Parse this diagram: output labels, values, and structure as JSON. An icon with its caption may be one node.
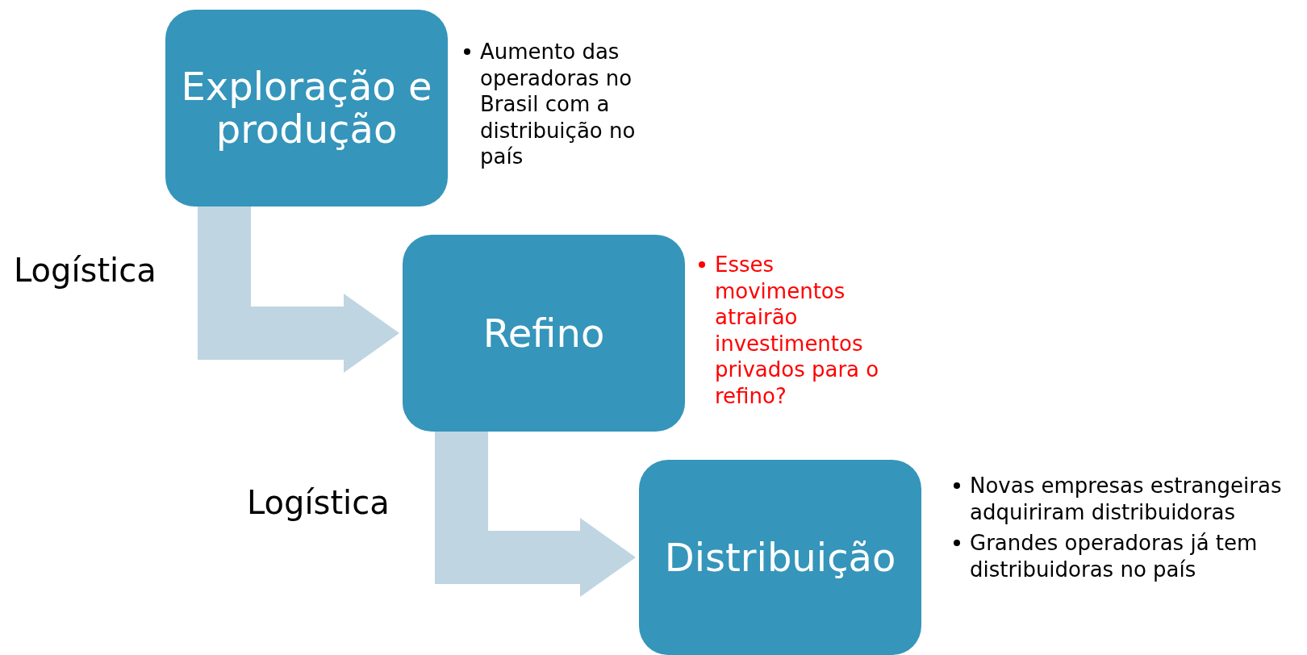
{
  "diagram": {
    "nodes": [
      {
        "text": [
          "Exploração e produção"
        ],
        "beside": [
          "Aumento das operadoras no Brasil com a distribuição no país"
        ]
      },
      {
        "text": [
          "Refino"
        ],
        "beside": [
          "Esses movimentos atrairão investimentos privados para o refino?"
        ]
      },
      {
        "text": [
          "Distribuição"
        ],
        "beside": [
          "Novas empresas estrangeiras adquiriram distribuidoras",
          "Grandes operadoras já tem distribuidoras no país"
        ]
      }
    ],
    "edges": [
      {
        "from": 0,
        "to": 1,
        "arrow": "to",
        "style": "thick"
      },
      {
        "from": 1,
        "to": 2,
        "arrow": "to",
        "style": "thick"
      }
    ],
    "labels": [
      "Logística",
      "Logística"
    ]
  }
}
